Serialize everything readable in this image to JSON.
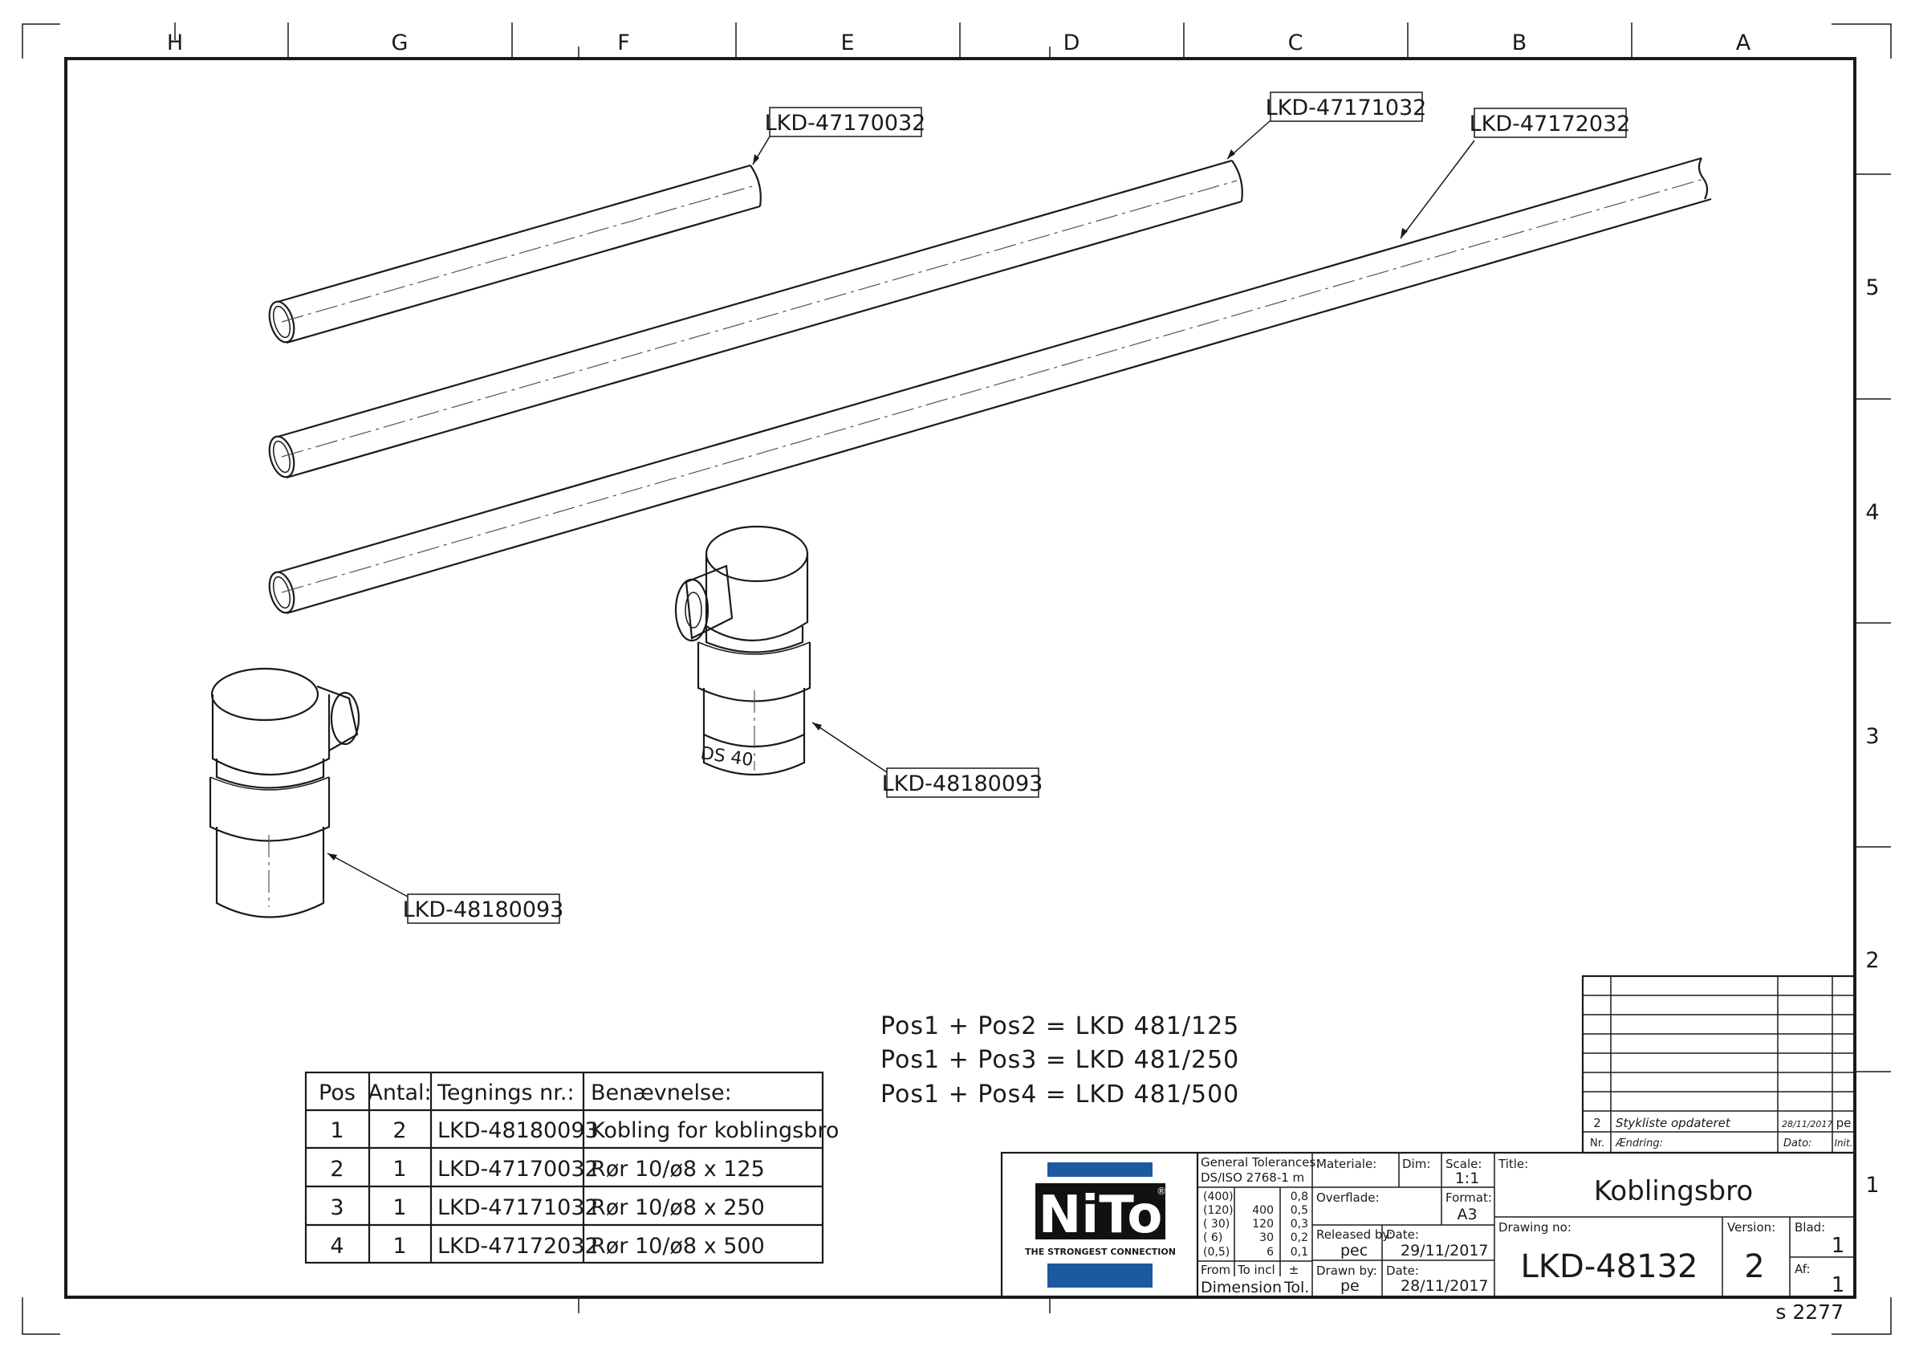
{
  "border": {
    "columns": [
      "H",
      "G",
      "F",
      "E",
      "D",
      "C",
      "B",
      "A"
    ],
    "rows": [
      "5",
      "4",
      "3",
      "2",
      "1"
    ]
  },
  "callouts": {
    "tube_125": "LKD-47170032",
    "tube_250": "LKD-47171032",
    "tube_500": "LKD-47172032",
    "coupling_right": "LKD-48180093",
    "coupling_left": "LKD-48180093",
    "engraving": "DS 40"
  },
  "combinations": [
    "Pos1 + Pos2 = LKD 481/125",
    "Pos1 + Pos3 = LKD 481/250",
    "Pos1 + Pos4 = LKD 481/500"
  ],
  "parts_list": {
    "headers": [
      "Pos",
      "Antal:",
      "Tegnings nr.:",
      "Benævnelse:"
    ],
    "rows": [
      [
        "1",
        "2",
        "LKD-48180093",
        "Kobling for koblingsbro"
      ],
      [
        "2",
        "1",
        "LKD-47170032",
        "Rør 10/ø8 x 125"
      ],
      [
        "3",
        "1",
        "LKD-47171032",
        "Rør 10/ø8 x 250"
      ],
      [
        "4",
        "1",
        "LKD-47172032",
        "Rør 10/ø8 x 500"
      ]
    ]
  },
  "revisions": {
    "entry": {
      "nr": "2",
      "change": "Stykliste opdateret",
      "date": "28/11/2017",
      "init": "pe"
    },
    "headers": {
      "nr": "Nr.",
      "change": "Ændring:",
      "date": "Dato:",
      "init": "Init."
    }
  },
  "title_block": {
    "logo_text": "NiTo",
    "logo_mark": "®",
    "logo_tagline": "THE STRONGEST CONNECTION",
    "general_tolerances_label": "General Tolerances:",
    "tolerance_standard": "DS/ISO 2768-1 m",
    "tolerance_rows": [
      [
        "(400)",
        "",
        "0,8"
      ],
      [
        "(120)",
        "400",
        "0,5"
      ],
      [
        "( 30)",
        "120",
        "0,3"
      ],
      [
        "( 6)",
        "30",
        "0,2"
      ],
      [
        "(0,5)",
        "6",
        "0,1"
      ]
    ],
    "from_label": "From",
    "to_incl_label": "To incl",
    "plus_minus": "±",
    "dimension_label": "Dimension",
    "tol_label": "Tol.",
    "material_label": "Materiale:",
    "dim_label": "Dim:",
    "scale_label": "Scale:",
    "scale": "1:1",
    "surface_label": "Overflade:",
    "format_label": "Format:",
    "format": "A3",
    "released_by_label": "Released by:",
    "released_by": "pec",
    "released_date_label": "Date:",
    "released_date": "29/11/2017",
    "drawn_by_label": "Drawn by:",
    "drawn_by": "pe",
    "drawn_date_label": "Date:",
    "drawn_date": "28/11/2017",
    "title_label": "Title:",
    "title": "Koblingsbro",
    "drawing_no_label": "Drawing no:",
    "drawing_no": "LKD-48132",
    "version_label": "Version:",
    "version": "2",
    "sheet_label": "Blad:",
    "sheet": "1",
    "of_label": "Af:",
    "of": "1"
  },
  "sheet_code": "s 2277",
  "colors": {
    "logo_blue": "#1c5aa0",
    "logo_black": "#111111",
    "line": "#1a1a1a"
  }
}
